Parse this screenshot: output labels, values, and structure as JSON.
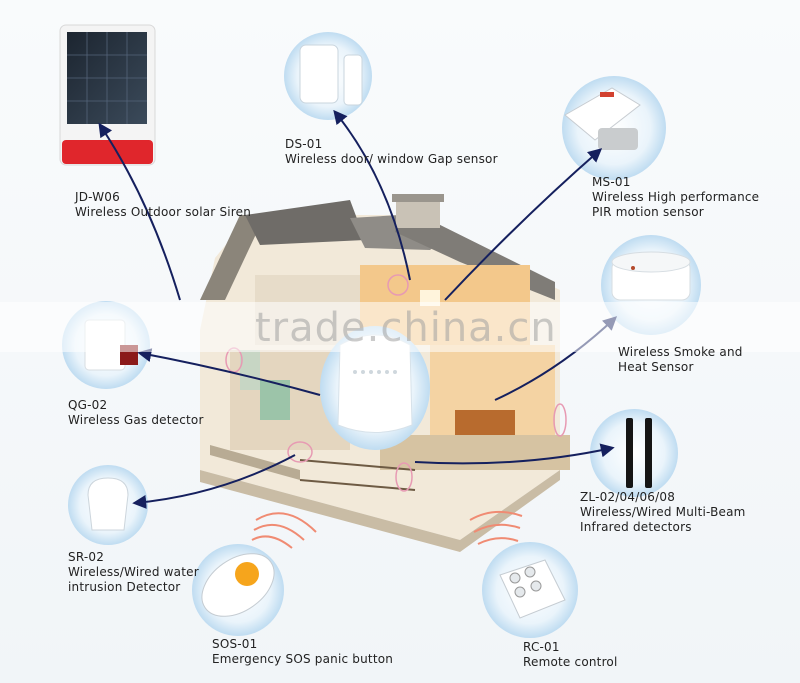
{
  "watermark": "trade.china.cn",
  "devices": [
    {
      "id": "jd-w06",
      "code": "JD-W06",
      "desc": [
        "Wireless Outdoor solar Siren"
      ]
    },
    {
      "id": "ds-01",
      "code": "DS-01",
      "desc": [
        "Wireless door/ window Gap sensor"
      ]
    },
    {
      "id": "ms-01",
      "code": "MS-01",
      "desc": [
        "Wireless High performance",
        "PIR motion sensor"
      ]
    },
    {
      "id": "smoke",
      "code": "",
      "desc": [
        "Wireless Smoke and",
        "Heat Sensor"
      ]
    },
    {
      "id": "qg-02",
      "code": "QG-02",
      "desc": [
        "Wireless Gas detector"
      ]
    },
    {
      "id": "zl-02",
      "code": "ZL-02/04/06/08",
      "desc": [
        "Wireless/Wired Multi-Beam",
        "Infrared detectors"
      ]
    },
    {
      "id": "sr-02",
      "code": "SR-02",
      "desc": [
        "Wireless/Wired water",
        "intrusion Detector"
      ]
    },
    {
      "id": "sos-01",
      "code": "SOS-01",
      "desc": [
        "Emergency SOS panic button"
      ]
    },
    {
      "id": "rc-01",
      "code": "RC-01",
      "desc": [
        "Remote control"
      ]
    }
  ],
  "colors": {
    "arrow": "#15205e",
    "siren_red": "#e0262c",
    "panel_blue": "#cfe6f7",
    "house_wall": "#efe6d6",
    "roof": "#8a8a86"
  }
}
